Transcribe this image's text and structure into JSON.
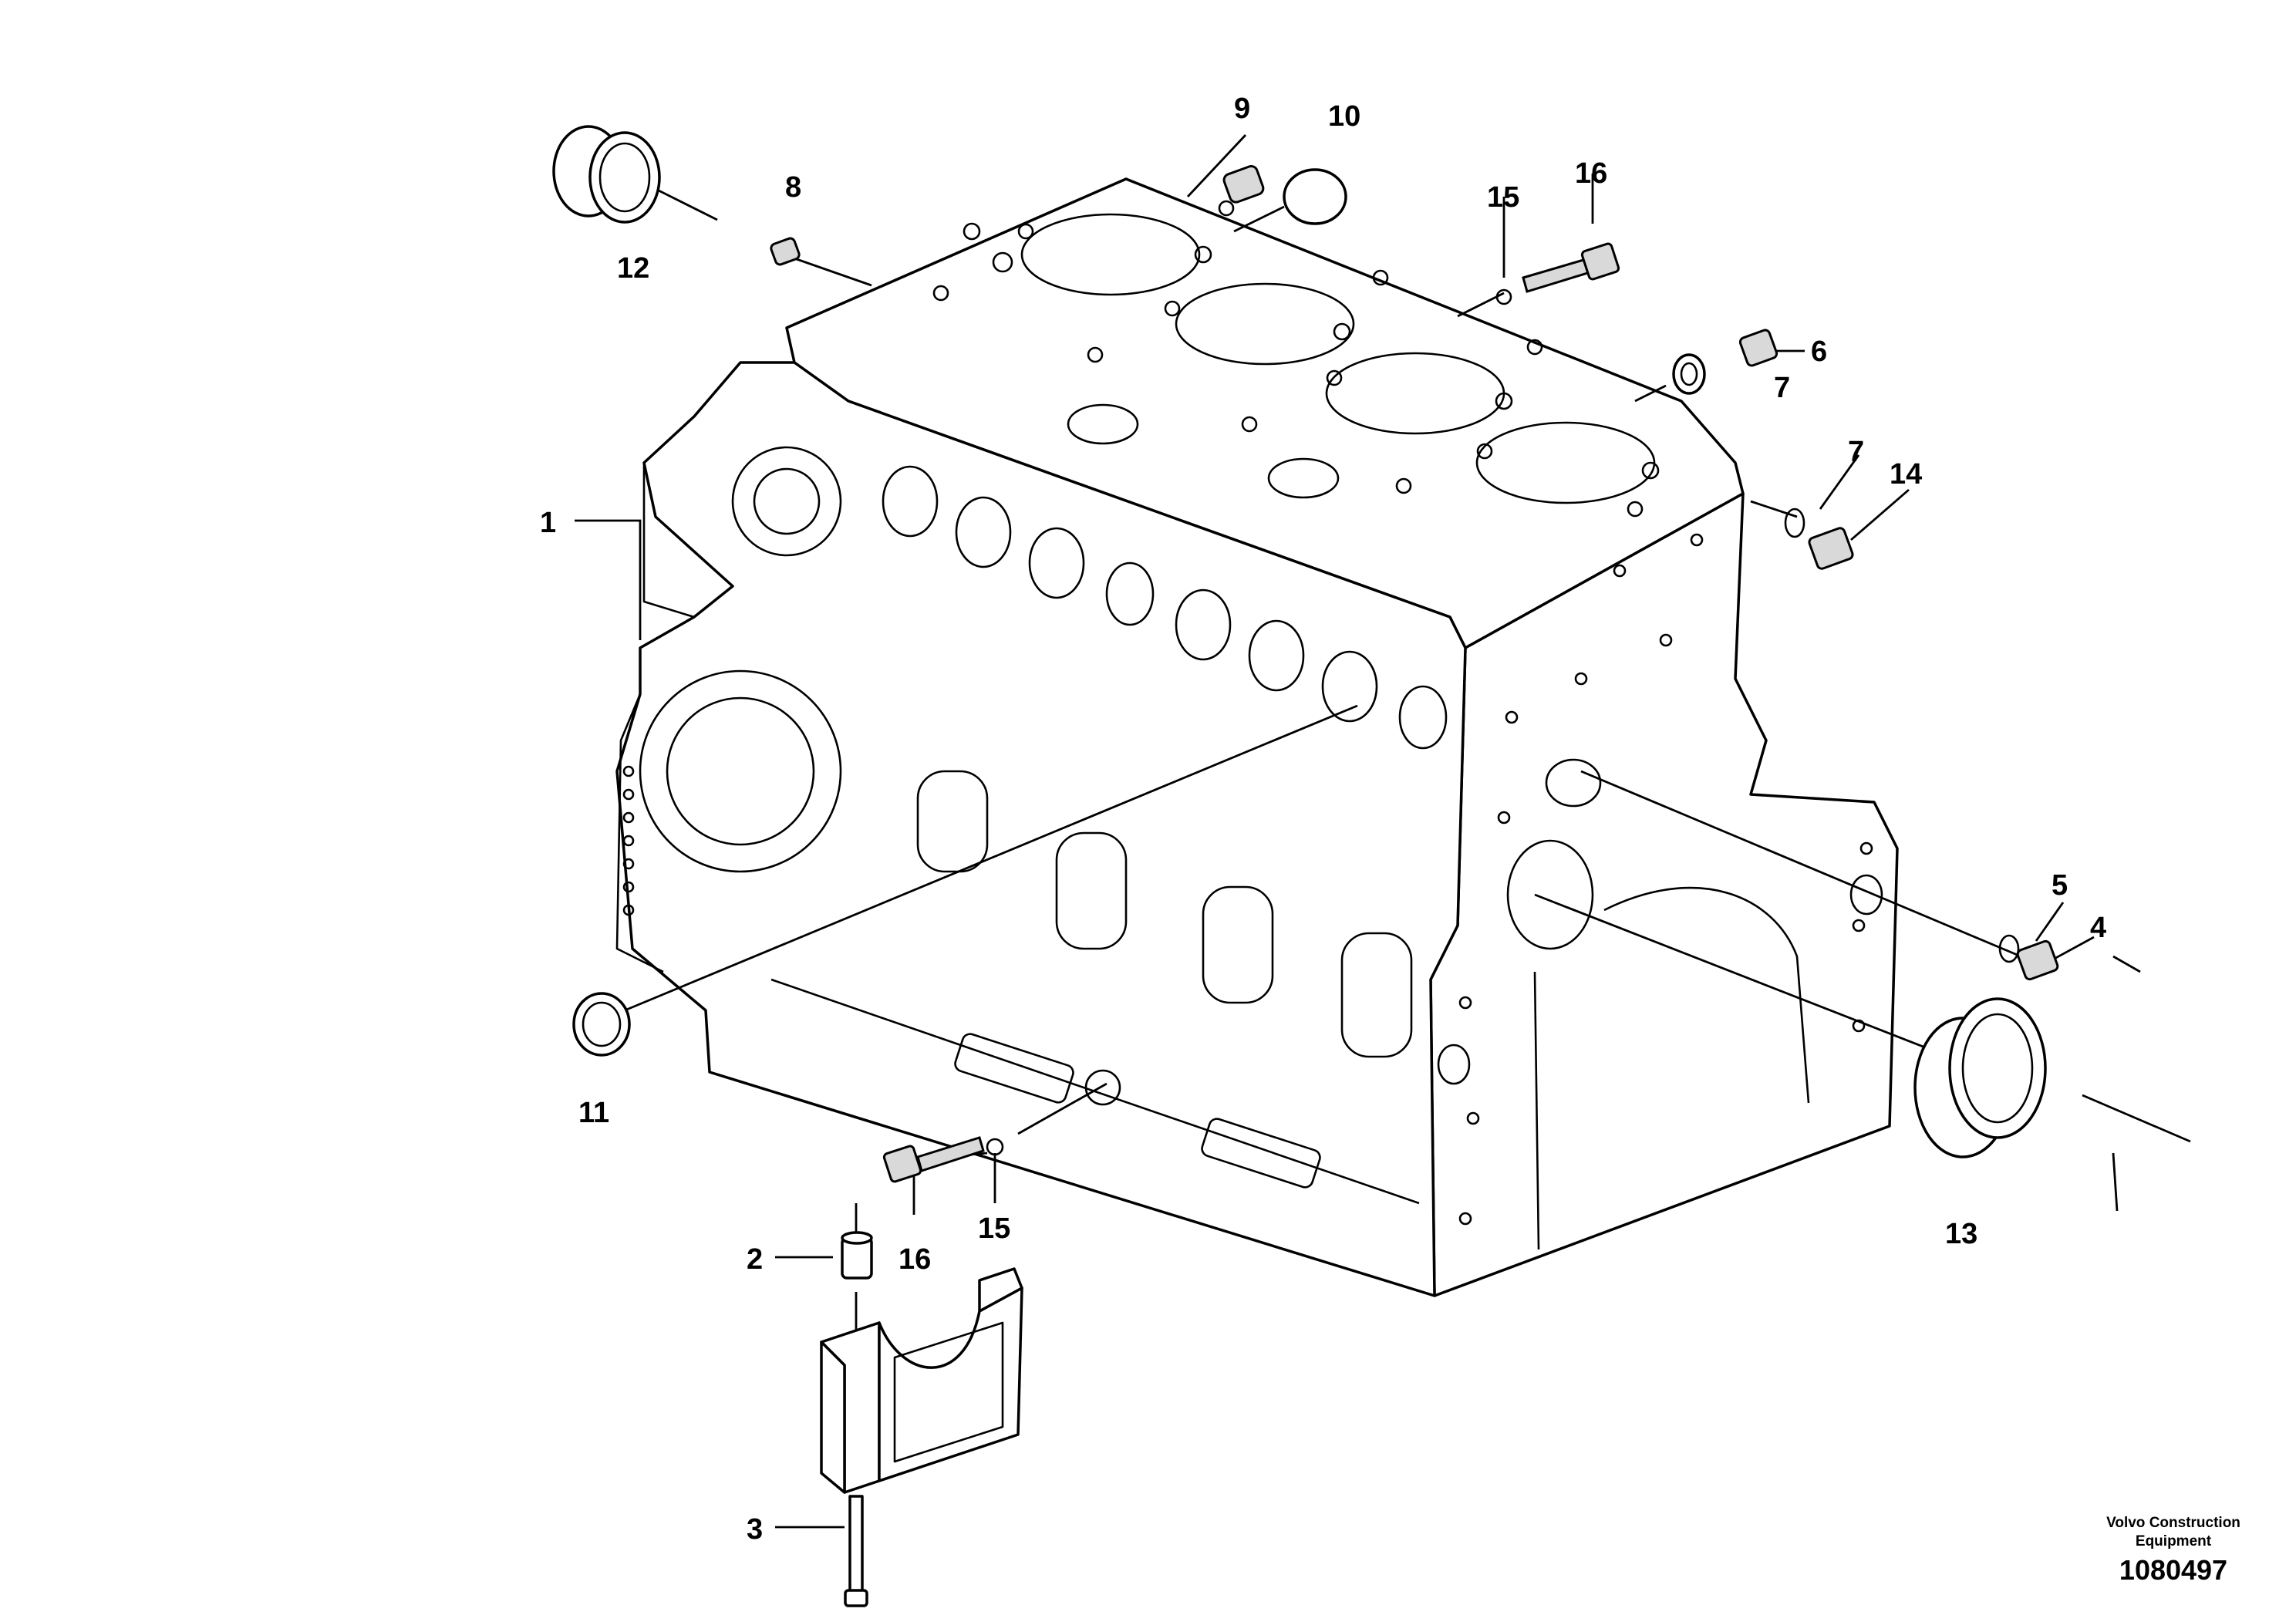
{
  "diagram": {
    "callouts": [
      {
        "id": "c1",
        "label": "1"
      },
      {
        "id": "c2",
        "label": "2"
      },
      {
        "id": "c3",
        "label": "3"
      },
      {
        "id": "c4",
        "label": "4"
      },
      {
        "id": "c5",
        "label": "5"
      },
      {
        "id": "c6",
        "label": "6"
      },
      {
        "id": "c7a",
        "label": "7"
      },
      {
        "id": "c7b",
        "label": "7"
      },
      {
        "id": "c8",
        "label": "8"
      },
      {
        "id": "c9",
        "label": "9"
      },
      {
        "id": "c10",
        "label": "10"
      },
      {
        "id": "c11",
        "label": "11"
      },
      {
        "id": "c12",
        "label": "12"
      },
      {
        "id": "c13",
        "label": "13"
      },
      {
        "id": "c14",
        "label": "14"
      },
      {
        "id": "c15a",
        "label": "15"
      },
      {
        "id": "c15b",
        "label": "15"
      },
      {
        "id": "c16a",
        "label": "16"
      },
      {
        "id": "c16b",
        "label": "16"
      }
    ]
  },
  "footer": {
    "brand_line1": "Volvo Construction",
    "brand_line2": "Equipment",
    "drawing_number": "1080497"
  }
}
